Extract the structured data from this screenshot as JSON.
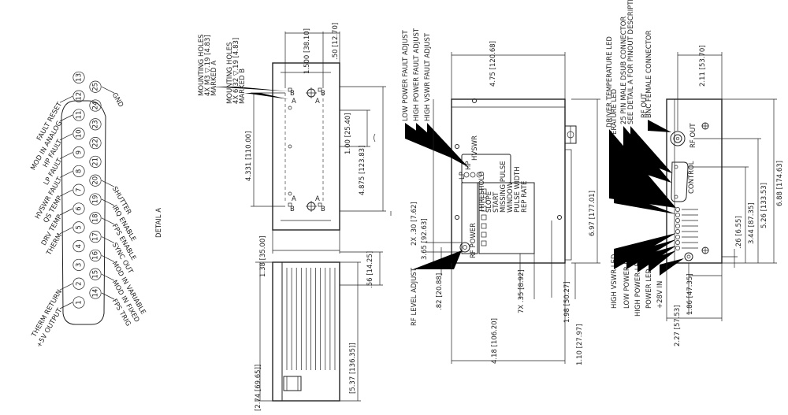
{
  "detail": {
    "title": "DETAIL A",
    "pins": [
      {
        "num": "1",
        "label": "+5V OUTPUT"
      },
      {
        "num": "2",
        "label": "THERM RETURN"
      },
      {
        "num": "3",
        "label": ""
      },
      {
        "num": "4",
        "label": ""
      },
      {
        "num": "5",
        "label": "THERM"
      },
      {
        "num": "6",
        "label": "DRV TEMP"
      },
      {
        "num": "7",
        "label": "QS TEMP"
      },
      {
        "num": "8",
        "label": "HVSWR FAULT"
      },
      {
        "num": "9",
        "label": "LP FAULT"
      },
      {
        "num": "10",
        "label": "HP FAULT"
      },
      {
        "num": "11",
        "label": "MOD IN ANALOG"
      },
      {
        "num": "12",
        "label": "FAULT RESET"
      },
      {
        "num": "13",
        "label": ""
      },
      {
        "num": "14",
        "label": "FPS TRIG"
      },
      {
        "num": "15",
        "label": "MOD IN FIXED"
      },
      {
        "num": "16",
        "label": "MOD IN VARIABLE"
      },
      {
        "num": "17",
        "label": "SYNC OUT"
      },
      {
        "num": "18",
        "label": "FPS ENABLE"
      },
      {
        "num": "19",
        "label": "IRQ ENABLE"
      },
      {
        "num": "20",
        "label": "SHUTTER"
      },
      {
        "num": "21",
        "label": ""
      },
      {
        "num": "22",
        "label": ""
      },
      {
        "num": "23",
        "label": ""
      },
      {
        "num": "24",
        "label": ""
      },
      {
        "num": "25",
        "label": "GND"
      }
    ]
  },
  "view1": {
    "holes_a": [
      "MOUNTING HOLES",
      "4X M3 ▽.19 [4.83]",
      "MARKED A"
    ],
    "holes_b": [
      "MOUNTING HOLES",
      "4X 6-32 ▽.19 [4.83]",
      "MARKED B"
    ],
    "marks": {
      "a": "A",
      "b": "B"
    },
    "dims": {
      "w1500": "1.500 [38.10]",
      "w50": ".50 [12.70]",
      "h4331": "4.331 [110.00]",
      "h100": "1.00 [25.40]",
      "h4875": "4.875 [123.83]",
      "w138": "1.38 [35.00]",
      "h56": ".56 [14.25]",
      "h537": "[5.37 [136.35]]",
      "h274": "[2.74 [69.65]]"
    }
  },
  "view2": {
    "top_labels": [
      "LOW POWER FAULT ADJUST",
      "HIGH POWER FAULT ADJUST",
      "HIGH VSWR FAULT ADJUST"
    ],
    "panel_labels": [
      "LP",
      "HP",
      "HVSWR",
      "THRESHOLD",
      "SLOPE",
      "START",
      "MISSING PULSE",
      "WINDOW",
      "PULSE WIDTH",
      "REP RATE",
      "RF POWER"
    ],
    "rf_level": "RF LEVEL ADJUST",
    "dims": {
      "w475": "4.75 [120.68]",
      "h697": "6.97 [177.01]",
      "h2x30": "2X .30 [7.62]",
      "h365": "3.65 [92.63]",
      "h82": ".82 [20.88]",
      "h7x35": "7X .35 [8.92]",
      "h198": "1.98 [50.27]",
      "h110": "1.10 [27.97]",
      "w418": "4.18 [106.20]"
    }
  },
  "view3": {
    "top_labels": [
      "BNC FEMALE CONNECTOR",
      "RF OUT",
      "SEE DETAIL A FOR PINOUT DESCRIPTION.",
      "25 PIN MALE DSUB CONNECTOR",
      "DRIVER TEMPERATURE LED",
      "Q-SWITCH TEMPERATURE LED"
    ],
    "panel_text": {
      "rfout": "RF OUT",
      "control": "CONTROL"
    },
    "led_labels": [
      "HIGH VSWR LED",
      "LOW POWER LED",
      "HIGH POWER LED",
      "POWER LED",
      "+28V IN"
    ],
    "dims": {
      "w211": "2.11 [53.70]",
      "h26": ".26 [6.55]",
      "h344": "3.44 [87.35]",
      "h526": "5.26 [133.53]",
      "h688": "6.88 [174.63]",
      "w186": "1.86 [47.35]",
      "w227": "2.27 [57.53]"
    }
  }
}
